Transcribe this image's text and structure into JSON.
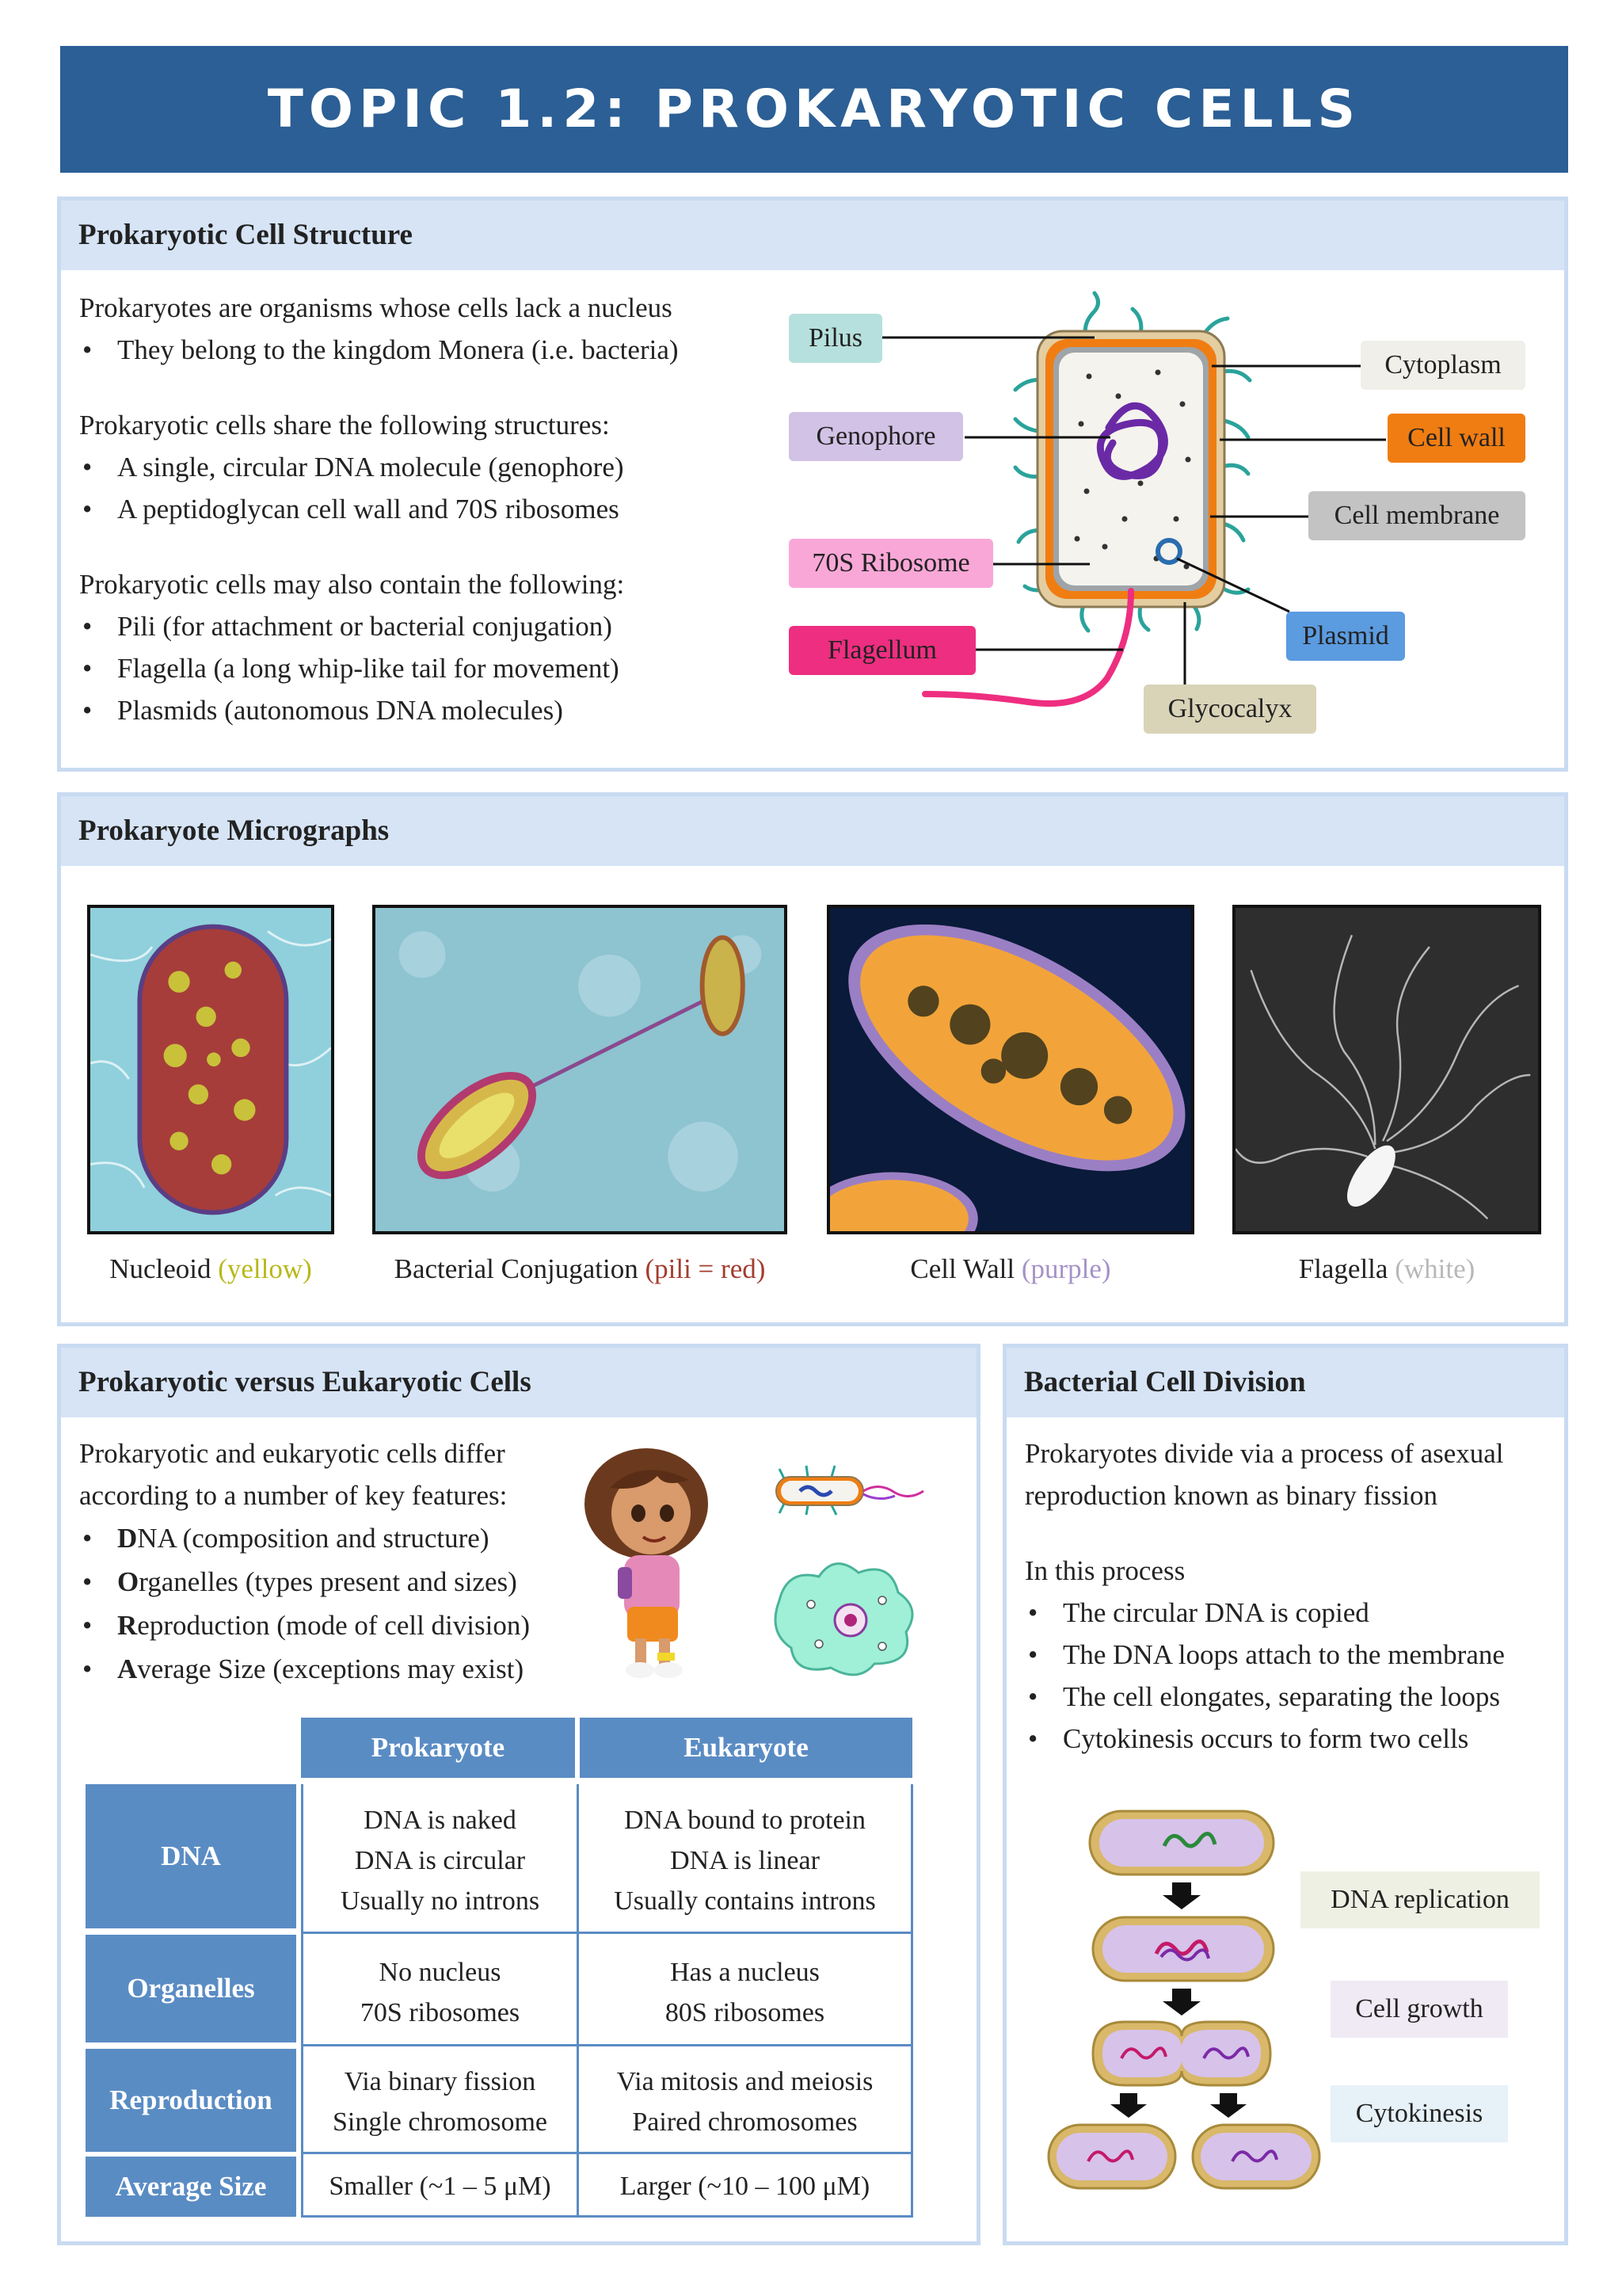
{
  "title": "TOPIC 1.2:  PROKARYOTIC CELLS",
  "structure": {
    "heading": "Prokaryotic Cell Structure",
    "intro": "Prokaryotes are organisms whose cells lack a nucleus",
    "intro_bullet": "They belong to the kingdom Monera (i.e. bacteria)",
    "share_heading": "Prokaryotic cells share the following structures:",
    "share_items": [
      "A single, circular DNA molecule (genophore)",
      "A peptidoglycan cell wall and 70S ribosomes"
    ],
    "may_heading": "Prokaryotic cells may also contain the following:",
    "may_items": [
      "Pili  (for attachment or bacterial conjugation)",
      "Flagella  (a long whip-like tail for movement)",
      "Plasmids  (autonomous DNA molecules)"
    ],
    "labels": {
      "pilus": "Pilus",
      "genophore": "Genophore",
      "ribosome": "70S Ribosome",
      "flagellum": "Flagellum",
      "cytoplasm": "Cytoplasm",
      "cell_wall": "Cell wall",
      "cell_membrane": "Cell membrane",
      "plasmid": "Plasmid",
      "glycocalyx": "Glycocalyx"
    },
    "colors": {
      "pilus": "#b6e0dd",
      "genophore": "#d2c2e6",
      "ribosome": "#f9a7d7",
      "flagellum": "#ee2e80",
      "cytoplasm": "#f0efe9",
      "cell_wall": "#f07d12",
      "cell_membrane": "#c3c3c3",
      "plasmid": "#5b9be0",
      "glycocalyx": "#d9d4b8"
    }
  },
  "micrographs": {
    "heading": "Prokaryote Micrographs",
    "captions": [
      {
        "main": "Nucleoid",
        "paren": "(yellow)",
        "color": "#b8b81a"
      },
      {
        "main": "Bacterial Conjugation",
        "paren": "(pili = red)",
        "color": "#a33d2e"
      },
      {
        "main": "Cell Wall",
        "paren": "(purple)",
        "color": "#a492c8"
      },
      {
        "main": "Flagella",
        "paren": "(white)",
        "color": "#b8b8b8"
      }
    ]
  },
  "comparison": {
    "heading": "Prokaryotic versus Eukaryotic Cells",
    "intro_line1": "Prokaryotic and eukaryotic cells differ",
    "intro_line2": "according to a number of  key features:",
    "features": [
      {
        "first": "D",
        "rest": "NA",
        "desc": "  (composition and structure)"
      },
      {
        "first": "O",
        "rest": "rganelles",
        "desc": "  (types present and sizes)"
      },
      {
        "first": "R",
        "rest": "eproduction",
        "desc": "  (mode of  cell division)"
      },
      {
        "first": "A",
        "rest": "verage Size",
        "desc": "  (exceptions may exist)"
      }
    ],
    "columns": [
      "Prokaryote",
      "Eukaryote"
    ],
    "rows": [
      {
        "label": "DNA",
        "pro": [
          "DNA is naked",
          "DNA is circular",
          "Usually no introns"
        ],
        "eu": [
          "DNA bound to protein",
          "DNA is linear",
          "Usually contains introns"
        ]
      },
      {
        "label": "Organelles",
        "pro": [
          "No nucleus",
          "70S ribosomes"
        ],
        "eu": [
          "Has a nucleus",
          "80S ribosomes"
        ]
      },
      {
        "label": "Reproduction",
        "pro": [
          "Via binary fission",
          "Single chromosome"
        ],
        "eu": [
          "Via mitosis and meiosis",
          "Paired chromosomes"
        ]
      },
      {
        "label": "Average Size",
        "pro": [
          "Smaller (~1 – 5 μM)"
        ],
        "eu": [
          "Larger (~10 – 100 μM)"
        ]
      }
    ]
  },
  "division": {
    "heading": "Bacterial Cell Division",
    "intro_line1": "Prokaryotes divide via a process of  asexual",
    "intro_line2": "reproduction known as binary fission",
    "process_heading": "In this process",
    "steps": [
      "The circular DNA is copied",
      "The DNA loops attach to the membrane",
      "The cell elongates, separating the loops",
      "Cytokinesis occurs to form two cells"
    ],
    "stage_labels": [
      {
        "text": "DNA replication",
        "color": "#eef0e4"
      },
      {
        "text": "Cell growth",
        "color": "#f0eaf4"
      },
      {
        "text": "Cytokinesis",
        "color": "#e6f1f8"
      }
    ]
  }
}
